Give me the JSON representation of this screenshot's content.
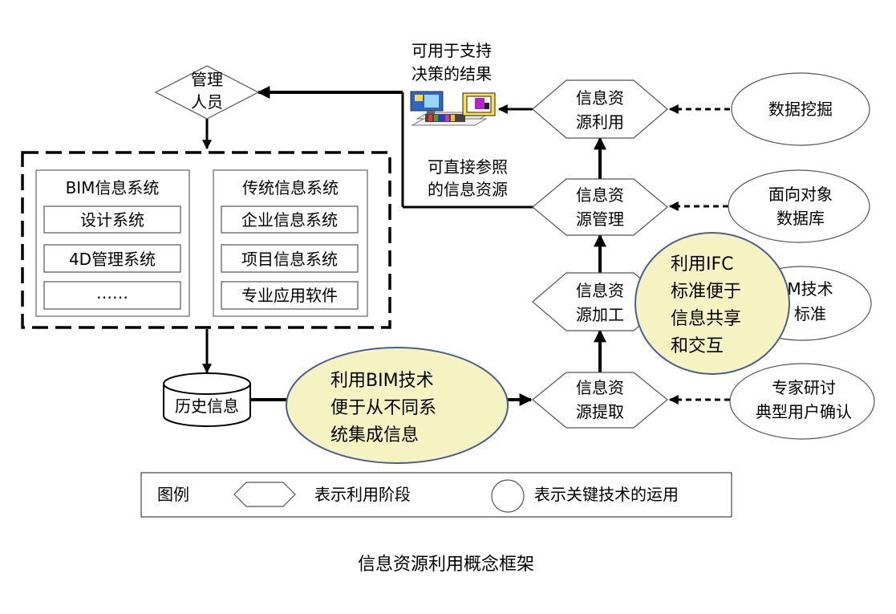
{
  "caption": "信息资源利用概念框架",
  "manager": {
    "line1": "管理",
    "line2": "人员"
  },
  "decision_results": {
    "line1": "可用于支持",
    "line2": "决策的结果"
  },
  "direct_reference": {
    "line1": "可直接参照",
    "line2": "的信息资源"
  },
  "systems": {
    "bim": {
      "title": "BIM信息系统",
      "items": [
        "设计系统",
        "4D管理系统",
        "……"
      ]
    },
    "traditional": {
      "title": "传统信息系统",
      "items": [
        "企业信息系统",
        "项目信息系统",
        "专业应用软件"
      ]
    }
  },
  "history": "历史信息",
  "stages": {
    "use": {
      "line1": "信息资",
      "line2": "源利用"
    },
    "manage": {
      "line1": "信息资",
      "line2": "源管理"
    },
    "process": {
      "line1": "信息资",
      "line2": "源加工"
    },
    "extract": {
      "line1": "信息资",
      "line2": "源提取"
    }
  },
  "techniques": {
    "mining": {
      "line1": "数据挖掘"
    },
    "oodb": {
      "line1": "面向对象",
      "line2": "数据库"
    },
    "bimstd": {
      "line1": "M技术",
      "line2": "标准"
    },
    "expert": {
      "line1": "专家研讨",
      "line2": "典型用户确认"
    }
  },
  "callouts": {
    "ifc": {
      "line1": "利用IFC",
      "line2": "标准便于",
      "line3": "信息共享",
      "line4": "和交互"
    },
    "bim": {
      "line1": "利用BIM技术",
      "line2": "便于从不同系",
      "line3": "统集成信息"
    }
  },
  "legend": {
    "title": "图例",
    "stage_label": "表示利用阶段",
    "tech_label": "表示关键技术的运用"
  },
  "colors": {
    "callout_fill": "#f5f3c2",
    "callout_stroke": "#4a5f8f"
  }
}
